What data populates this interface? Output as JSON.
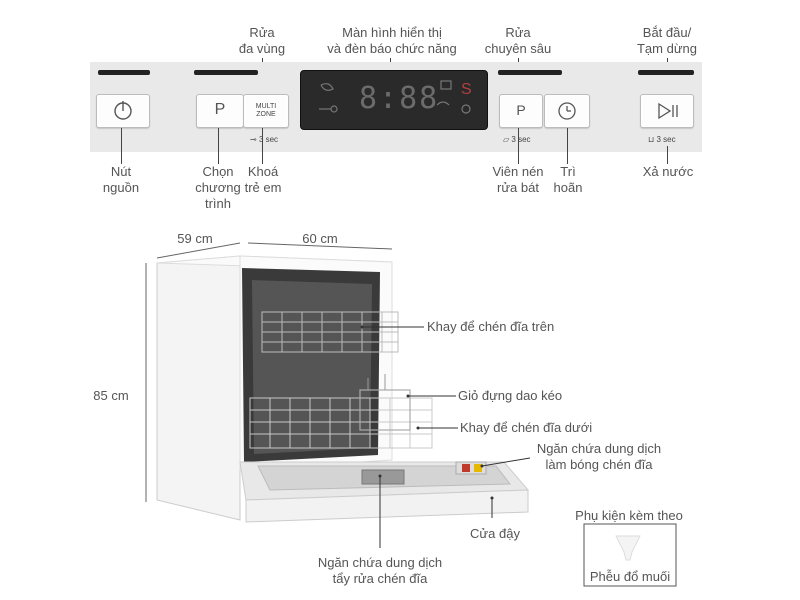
{
  "top_labels": {
    "multi_zone": "Rửa\nđa vùng",
    "display": "Màn hình hiển thị\nvà đèn báo chức năng",
    "intensive": "Rửa\nchuyên sâu",
    "start_pause": "Bắt đầu/\nTạm dừng"
  },
  "bottom_labels": {
    "power": "Nút\nnguồn",
    "program": "Chọn\nchương\ntrình",
    "child_lock": "Khoá\ntrẻ em",
    "tablet": "Viên nén\nrửa bát",
    "delay": "Trì\nhoãn",
    "drain": "Xả nước"
  },
  "panel": {
    "program_glyph": "P",
    "multi_zone_text": "MULTI\nZONE",
    "display_digits": "8:88",
    "display_s": "S",
    "lock_hint": "3 sec",
    "tablet_hint": "3 sec",
    "drain_hint": "3 sec",
    "tablet_glyph": "P"
  },
  "dimensions": {
    "depth": "59 cm",
    "width": "60 cm",
    "height": "85 cm"
  },
  "callouts": {
    "upper_rack": "Khay để chén đĩa trên",
    "cutlery_basket": "Giỏ đựng dao kéo",
    "lower_rack": "Khay để chén đĩa dưới",
    "rinse_aid": "Ngăn chứa dung dịch\nlàm bóng chén đĩa",
    "door": "Cửa đậy",
    "detergent": "Ngăn chứa dung dịch\ntẩy rửa chén đĩa"
  },
  "accessory": {
    "title": "Phụ kiện kèm theo",
    "item": "Phễu đổ muối"
  }
}
